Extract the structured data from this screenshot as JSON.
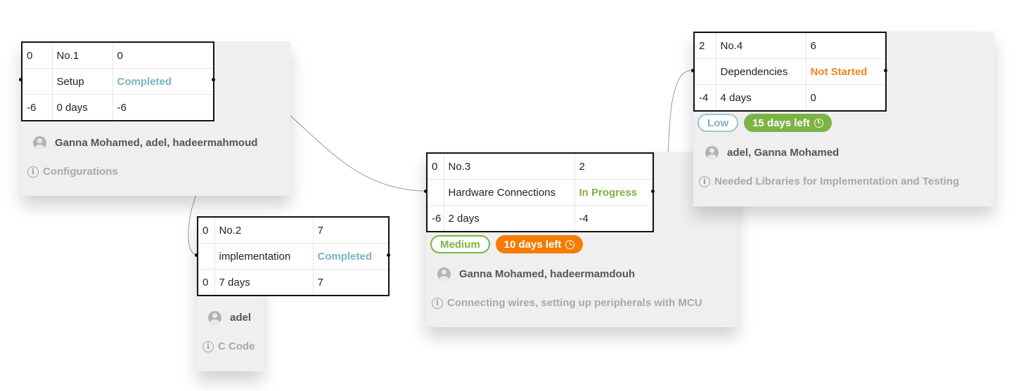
{
  "tasks": [
    {
      "cells": [
        [
          "0",
          "No.1",
          "0"
        ],
        [
          "",
          "Setup",
          "Completed"
        ],
        [
          "-6",
          "0 days",
          "-6"
        ]
      ],
      "status_color": "#7ab3c4",
      "assignees": "Ganna Mohamed, adel, hadeermahmoud",
      "description": "Configurations"
    },
    {
      "cells": [
        [
          "0",
          "No.2",
          "7"
        ],
        [
          "",
          "implementation",
          "Completed"
        ],
        [
          "0",
          "7 days",
          "7"
        ]
      ],
      "status_color": "#7ab3c4",
      "assignees": "adel",
      "description": "C Code"
    },
    {
      "cells": [
        [
          "0",
          "No.3",
          "2"
        ],
        [
          "",
          "Hardware Connections",
          "In Progress"
        ],
        [
          "-6",
          "2 days",
          "-4"
        ]
      ],
      "status_color": "#7cb342",
      "priority": "Medium",
      "days_left": "10 days left",
      "assignees": "Ganna Mohamed, hadeermamdouh",
      "description": "Connecting wires, setting up peripherals with MCU"
    },
    {
      "cells": [
        [
          "2",
          "No.4",
          "6"
        ],
        [
          "",
          "Dependencies",
          "Not Started"
        ],
        [
          "-4",
          "4 days",
          "0"
        ]
      ],
      "status_color": "#f5841f",
      "priority": "Low",
      "days_left": "15 days left",
      "assignees": "adel, Ganna Mohamed",
      "description": "Needed Libraries for Implementation and Testing"
    }
  ],
  "icons": {
    "assignee": "user-icon",
    "description": "info-icon",
    "deadline": "clock-icon"
  }
}
